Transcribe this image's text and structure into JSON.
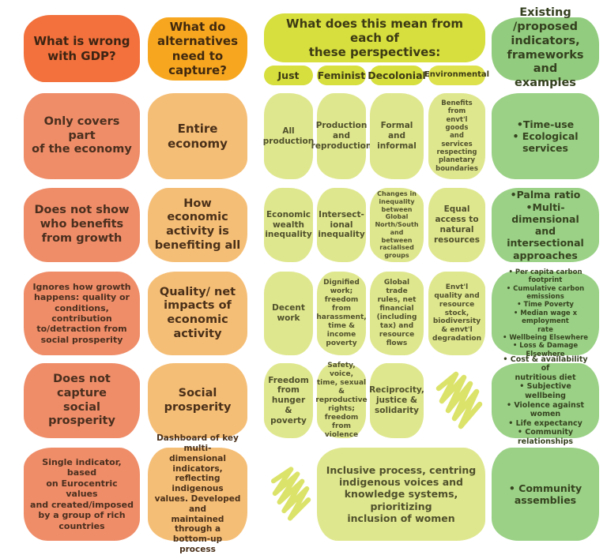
{
  "colors": {
    "header_gdp": "#F2713C",
    "cell_gdp": "#EF8D69",
    "header_capture": "#F7A71F",
    "cell_capture": "#F5BE76",
    "header_perspectives": "#D6DF3D",
    "cell_perspectives": "#DFE78E",
    "header_indicators": "#92CC7E",
    "cell_indicators": "#9AD186",
    "scribble": "#DCE36A"
  },
  "headers": {
    "gdp": "What is wrong\nwith GDP?",
    "capture": "What do\nalternatives\nneed to capture?",
    "perspectives": "What does this mean from each of\nthese perspectives:",
    "labels": [
      "Just",
      "Feminist",
      "Decolonial",
      "Environmental"
    ],
    "indicators": "Existing /proposed\nindicators,\nframeworks and\nexamples"
  },
  "rows": [
    {
      "problem": "Only covers part\nof the economy",
      "capture": "Entire economy",
      "just": "All\nproduction",
      "feminist": "Production\nand\nreproduction",
      "decolonial": "Formal and\ninformal",
      "environmental": "Benefits from\nenvt'l goods\nand services\nrespecting\nplanetary\nboundaries",
      "indicators": "•Time-use\n• Ecological\nservices"
    },
    {
      "problem": "Does not show\nwho benefits\nfrom growth",
      "capture": "How economic\nactivity is\nbenefiting all",
      "just": "Economic\nwealth\ninequality",
      "feminist": "Intersect-\nional\ninequality",
      "decolonial": "Changes in\ninequality\nbetween Global\nNorth/South\nand between\nracialised\ngroups",
      "environmental": "Equal\naccess to\nnatural\nresources",
      "indicators": "•Palma ratio\n•Multi-dimensional\nand intersectional\napproaches"
    },
    {
      "problem": "Ignores how growth\nhappens: quality or\nconditions,\ncontribution\nto/detraction from\nsocial prosperity",
      "capture": "Quality/ net\nimpacts of\neconomic\nactivity",
      "just": "Decent\nwork",
      "feminist": "Dignified\nwork;\nfreedom from\nharassment,\ntime &\nincome\npoverty",
      "decolonial": "Global trade\nrules, net\nfinancial\n(including\ntax) and\nresource\nflows",
      "environmental": "Envt'l\nquality and\nresource\nstock,\nbiodiversity\n& envt'l\ndegradation",
      "indicators": "• Per capita carbon footprint\n• Cumulative carbon emissions\n• Time Poverty\n• Median wage x employment\nrate\n• Wellbeing Elsewhere\n• Loss & Damage Elsewhere"
    },
    {
      "problem": "Does not capture\nsocial prosperity",
      "capture": "Social\nprosperity",
      "just": "Freedom\nfrom\nhunger &\npoverty",
      "feminist": "Safety, voice,\ntime, sexual &\nreproductive\nrights;\nfreedom from\nviolence",
      "decolonial": "Reciprocity,\njustice &\nsolidarity",
      "indicators": "• Cost & availability of\nnutritious diet\n• Subjective wellbeing\n• Violence against women\n• Life expectancy\n• Community relationships"
    },
    {
      "problem": "Single indicator, based\non Eurocentric values\nand created/imposed\nby a group of rich\ncountries",
      "capture": "Dashboard of key multi-\ndimensional indicators,\nreflecting indigenous\nvalues. Developed and\nmaintained through a\nbottom-up process",
      "process": "Inclusive process, centring\nindigenous voices and\nknowledge systems, prioritizing\ninclusion of women",
      "indicators": "• Community\nassemblies"
    }
  ]
}
